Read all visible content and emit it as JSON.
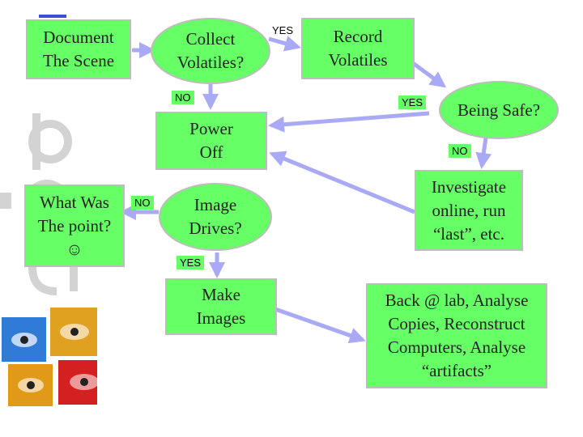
{
  "nodes": {
    "document_scene": "Document\nThe Scene",
    "collect_volatiles": "Collect\nVolatiles?",
    "record_volatiles": "Record\nVolatiles",
    "being_safe": "Being Safe?",
    "power_off": "Power\nOff",
    "what_was_point": "What Was\nThe point?\n☺",
    "image_drives": "Image\nDrives?",
    "investigate": "Investigate\nonline, run\n“last”, etc.",
    "make_images": "Make\nImages",
    "back_at_lab": "Back @ lab, Analyse\nCopies, Reconstruct\nComputers, Analyse\n“artifacts”"
  },
  "edge_labels": {
    "collect_yes": "YES",
    "collect_no": "NO",
    "safe_yes": "YES",
    "safe_no": "NO",
    "image_no": "NO",
    "image_yes": "YES"
  },
  "colors": {
    "node_fill": "#66ff66",
    "node_border": "#bdbdbd",
    "arrow": "#a9a9f5"
  }
}
